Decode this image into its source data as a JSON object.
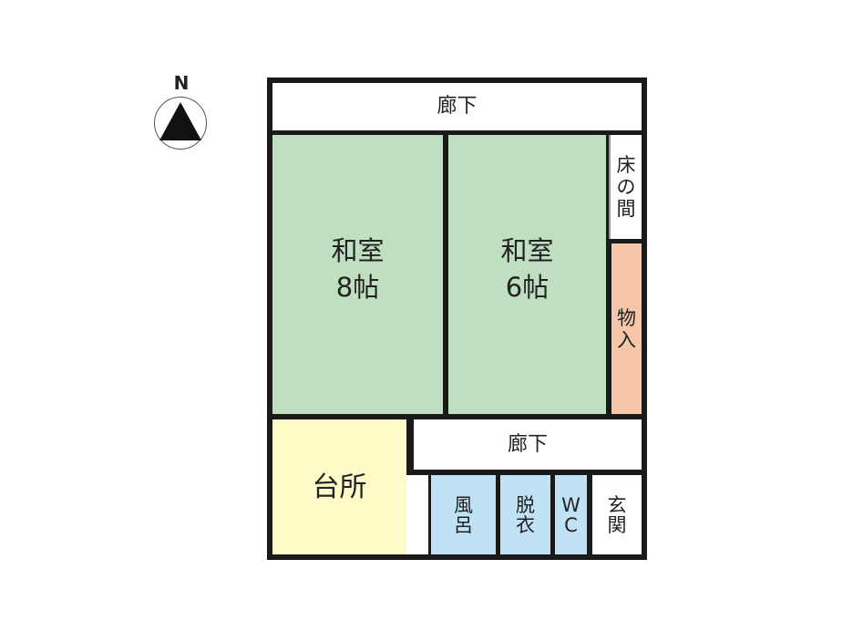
{
  "compass": {
    "label": "N",
    "icon": "north-arrow-icon"
  },
  "rooms": {
    "corridor_top": "廊下",
    "washitsu_8": {
      "name": "和室",
      "size": "8帖"
    },
    "washitsu_6": {
      "name": "和室",
      "size": "6帖"
    },
    "tokonoma": "床\nの\n間",
    "storage": "物\n入",
    "corridor_mid": "廊下",
    "kitchen": "台所",
    "bath": "風\n呂",
    "dressing": "脱\n衣",
    "wc": "W\nC",
    "entrance": "玄\n関"
  },
  "colors": {
    "walls": "#1a1a1a",
    "washitsu": "#c0dfc0",
    "kitchen": "#fefbc8",
    "storage": "#f6c6a8",
    "wet_area": "#bfe2f6",
    "corridor": "#ffffff"
  }
}
